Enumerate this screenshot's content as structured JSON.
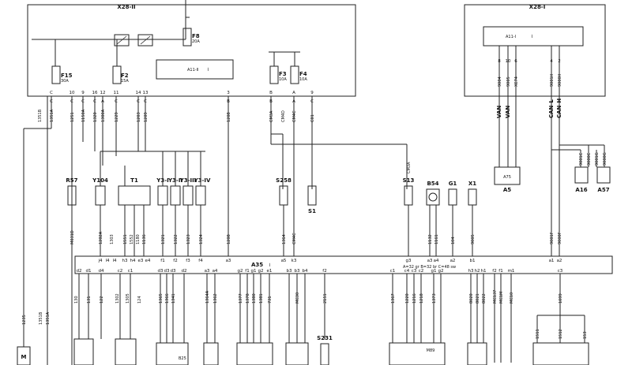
{
  "modules": {
    "x28_2": "X28-II",
    "x28_1": "X28-I",
    "a11_2": "A11-II",
    "a11_1": "A11-I",
    "a35": "A35"
  },
  "fuses": [
    {
      "name": "F15",
      "rating": "30A"
    },
    {
      "name": "F2",
      "rating": "15A"
    },
    {
      "name": "F8",
      "rating": "20A"
    },
    {
      "name": "F3",
      "rating": "10A"
    },
    {
      "name": "F4",
      "rating": "10A"
    }
  ],
  "x28_2_pins": [
    "C",
    "10",
    "9",
    "16",
    "12",
    "11",
    "14",
    "13",
    "3",
    "B",
    "A",
    "9"
  ],
  "x28_2_letters": [
    "C",
    "C",
    "C",
    "C",
    "A",
    "C",
    "C",
    "C",
    "B",
    "B",
    "A",
    "C"
  ],
  "wires_top": [
    "1351B",
    "1351A",
    "1251",
    "1150A",
    "1320",
    "1300A",
    "1229",
    "1203",
    "1209",
    "1208",
    "CM3A",
    "CM4D",
    "CM4C",
    "C01"
  ],
  "x28_1_pins": [
    "8",
    "10",
    "6",
    "4",
    "2"
  ],
  "x28_1_wires": [
    "9004",
    "9005",
    "XE74",
    "9001H",
    "9000H"
  ],
  "x28_1_signals": [
    "VAN",
    "VAN",
    "CAN-L",
    "CAN-H"
  ],
  "components": [
    {
      "name": "R57"
    },
    {
      "name": "Y104"
    },
    {
      "name": "T1"
    },
    {
      "name": "Y3-I"
    },
    {
      "name": "Y3-II"
    },
    {
      "name": "Y3-III"
    },
    {
      "name": "Y3-IV"
    },
    {
      "name": "S258"
    },
    {
      "name": "S1"
    },
    {
      "name": "S13"
    },
    {
      "name": "B54"
    },
    {
      "name": "G1"
    },
    {
      "name": "X1"
    },
    {
      "name": "A5"
    },
    {
      "name": "A75"
    },
    {
      "name": "A16"
    },
    {
      "name": "A57"
    },
    {
      "name": "S231"
    },
    {
      "name": "B25"
    },
    {
      "name": "M89"
    },
    {
      "name": "M"
    }
  ],
  "mid_wires": [
    "M031D",
    "1202A",
    "1303",
    "1551",
    "1552",
    "1180",
    "1136",
    "1321",
    "1322",
    "1323",
    "1324",
    "1208",
    "1364",
    "CM4C",
    "CM3A",
    "1132",
    "1161",
    "104",
    "9005",
    "9001F",
    "9000F",
    "9001C",
    "9000C",
    "9001G",
    "9000G"
  ],
  "a35_pins": {
    "top": [
      "j4",
      "l4",
      "l4",
      "h3",
      "h4",
      "e3",
      "e4",
      "f1",
      "f2",
      "f3",
      "f4",
      "a3",
      "a5",
      "k3",
      "g3",
      "a3",
      "a4",
      "a2",
      "b1",
      "a1",
      "a2"
    ],
    "bottom": [
      "d2",
      "d1",
      "d4",
      "c2",
      "c1",
      "d3",
      "d3",
      "d3",
      "d2",
      "a3",
      "a4",
      "g2",
      "f1",
      "g1",
      "g2",
      "e1",
      "b3",
      "b3",
      "b4",
      "f2",
      "c1",
      "c4",
      "c3",
      "c2",
      "g1",
      "g2",
      "h3",
      "h2",
      "h1",
      "f2",
      "f1",
      "m1",
      "c3"
    ]
  },
  "a35_note": "A=32 gr  B=32 br  C=48 sw",
  "bottom_wires": [
    "1235",
    "1351B",
    "1351A",
    "130",
    "131",
    "122",
    "1302",
    "1305",
    "124",
    "1365",
    "1366",
    "1341",
    "1364A",
    "1362",
    "1377",
    "1378",
    "1380",
    "1381",
    "731",
    "MC30",
    "2151",
    "1367",
    "1220",
    "1216",
    "1218",
    "1373",
    "8020",
    "8021",
    "8022",
    "MC137",
    "MC1M",
    "MC10",
    "1099",
    "1511",
    "1512",
    "153"
  ]
}
